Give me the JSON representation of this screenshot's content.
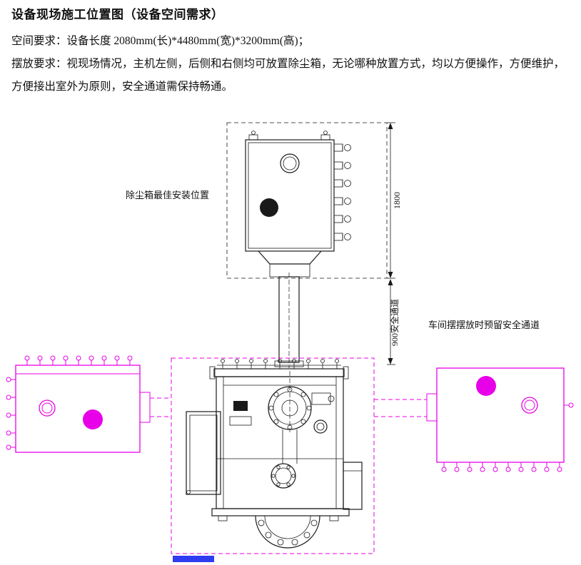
{
  "title": "设备现场施工位置图（设备空间需求）",
  "specs": {
    "space": "空间要求：设备长度 2080mm(长)*4480mm(宽)*3200mm(高)；",
    "placement": "摆放要求：视现场情况，主机左侧，后侧和右侧均可放置除尘箱，无论哪种放置方式，均以方便操作，方便维护，方便接出室外为原则，安全通道需保持畅通。"
  },
  "diagram": {
    "labels": {
      "best_install_position": "除尘箱最佳安装位置",
      "workshop_safety_passage": "车间摆摆放时预留安全通道",
      "vertical_passage": "900安全通道",
      "height_dimension": "1800"
    },
    "colors": {
      "drawing_outline": "#1a1a1a",
      "alternative_position": "#e800e8",
      "highlight_bar": "#2f3cf0"
    }
  }
}
